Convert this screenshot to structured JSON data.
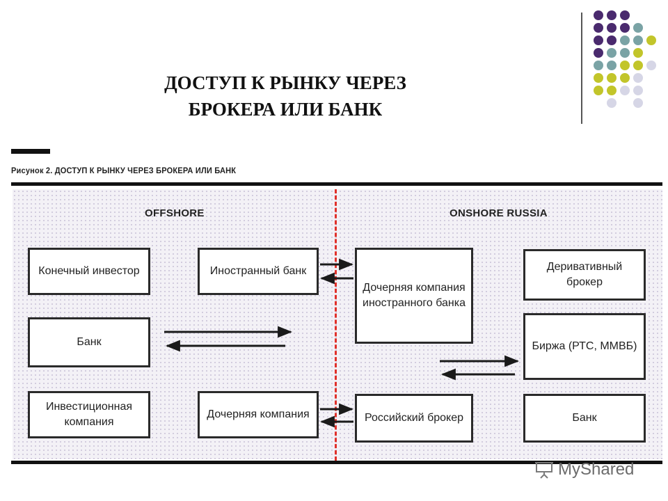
{
  "slide": {
    "title_line1": "ДОСТУП К РЫНКУ ЧЕРЕЗ",
    "title_line2": "БРОКЕРА ИЛИ БАНК"
  },
  "figure": {
    "caption": "Рисунок 2. ДОСТУП К РЫНКУ ЧЕРЕЗ БРОКЕРА ИЛИ БАНК",
    "region_left": "OFFSHORE",
    "region_right": "ONSHORE RUSSIA",
    "boxes": {
      "end_investor": "Конечный инвестор",
      "bank_left": "Банк",
      "investment_company": "Инвестиционная компания",
      "foreign_bank": "Иностранный банк",
      "subsidiary_left": "Дочерняя компания",
      "subsidiary_foreign_bank": "Дочерняя компания иностранного банка",
      "russian_broker": "Российский брокер",
      "derivative_broker": "Деривативный брокер",
      "exchange": "Биржа (РТС, ММВБ)",
      "bank_right": "Банк"
    }
  },
  "watermark": {
    "text": "MyShared"
  },
  "colors": {
    "purple": "#4a2a6e",
    "teal": "#7aa3a5",
    "olive": "#c2c52a",
    "lavender": "#d6d6e6",
    "divider_red": "#e0302a"
  }
}
